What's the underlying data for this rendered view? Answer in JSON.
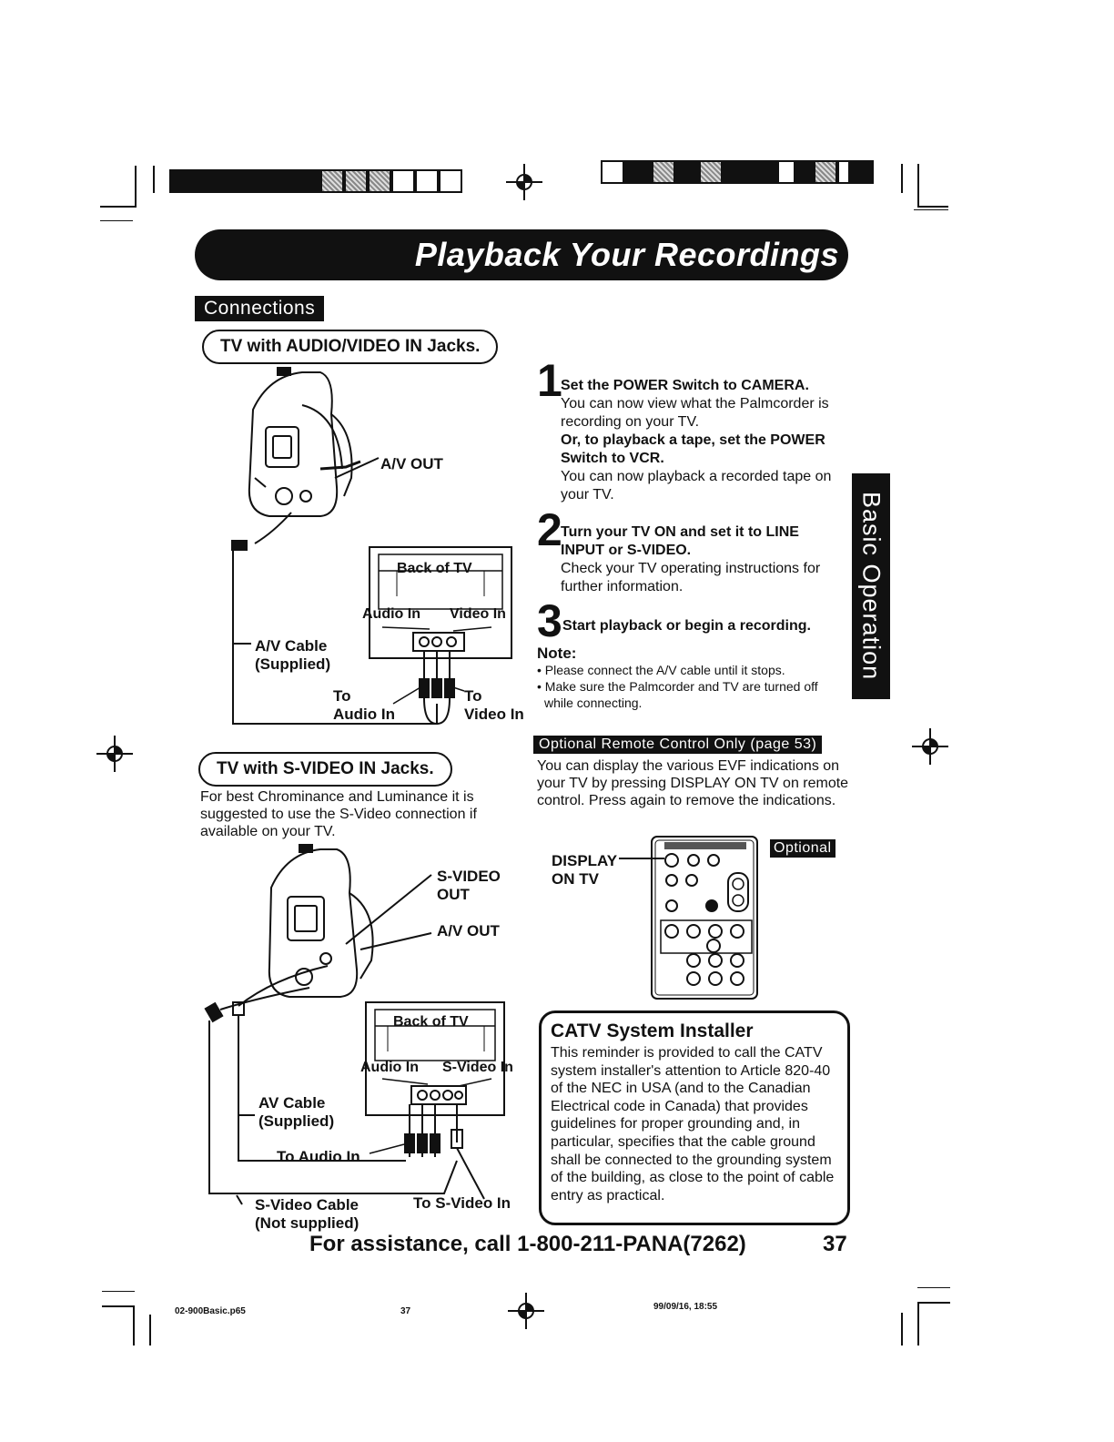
{
  "page": {
    "title": "Playback Your Recordings",
    "section": "Connections",
    "side_tab": "Basic Operation",
    "page_number": "37",
    "assistance": "For assistance, call 1-800-211-PANA(7262)"
  },
  "tv_av": {
    "heading": "TV with AUDIO/VIDEO IN Jacks.",
    "av_out": "A/V OUT",
    "back_of_tv": "Back of TV",
    "audio_in": "Audio In",
    "video_in": "Video In",
    "cable_line1": "A/V Cable",
    "cable_line2": "(Supplied)",
    "to_audio_line1": "To",
    "to_audio_line2": "Audio In",
    "to_video_line1": "To",
    "to_video_line2": "Video In"
  },
  "steps": [
    {
      "number": "1",
      "bold1": "Set the POWER Switch to CAMERA.",
      "text1": "You can now view what the Palmcorder is recording on your TV.",
      "bold2": "Or, to playback a tape, set the POWER Switch to VCR.",
      "text2": "You can now playback a recorded tape on your TV."
    },
    {
      "number": "2",
      "bold1": "Turn your TV ON and set it to LINE INPUT or S-VIDEO.",
      "text1": "Check your TV operating instructions for further information."
    },
    {
      "number": "3",
      "bold1": "Start playback or begin a recording."
    }
  ],
  "note": {
    "heading": "Note:",
    "items": [
      "• Please connect the A/V cable until it stops.",
      "• Make sure the Palmcorder and TV are turned off while connecting."
    ]
  },
  "remote": {
    "tag": "Optional Remote Control Only (page 53)",
    "text": "You can display the various EVF indications on your TV by pressing DISPLAY ON TV on remote control. Press again to remove the indications.",
    "display_line1": "DISPLAY",
    "display_line2": "ON TV",
    "optional": "Optional"
  },
  "tv_svideo": {
    "heading": "TV with S-VIDEO IN Jacks.",
    "text": "For best Chrominance and Luminance it is suggested to use the S-Video connection if available on your TV.",
    "svideo_out_line1": "S-VIDEO",
    "svideo_out_line2": "OUT",
    "av_out": "A/V OUT",
    "back_of_tv": "Back of TV",
    "audio_in": "Audio In",
    "svideo_in": "S-Video In",
    "cable_line1": "AV Cable",
    "cable_line2": "(Supplied)",
    "to_audio": "To Audio In",
    "svideo_cable_line1": "S-Video Cable",
    "svideo_cable_line2": "(Not supplied)",
    "to_svideo": "To S-Video In"
  },
  "catv": {
    "heading": "CATV System Installer",
    "text": "This reminder is provided to call the CATV system installer's attention to Article 820-40 of the NEC in USA (and to the Canadian Electrical code in Canada) that provides guidelines for proper grounding and, in particular, specifies that the cable ground shall be connected to the grounding system of the building, as close to the point of cable entry as practical."
  },
  "slug": {
    "file": "02-900Basic.p65",
    "page": "37",
    "date": "99/09/16, 18:55"
  }
}
